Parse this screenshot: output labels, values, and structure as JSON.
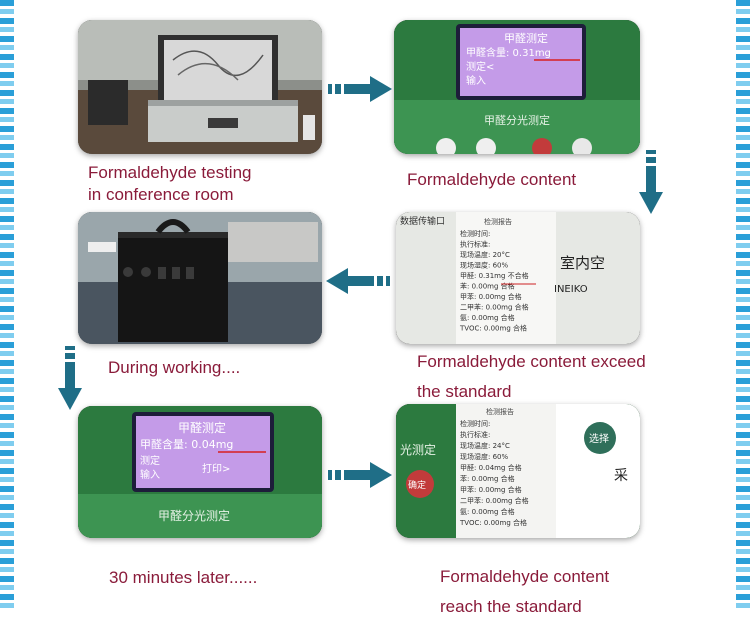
{
  "captions": {
    "step1": "Formaldehyde testing\nin conference room",
    "step2": "Formaldehyde content",
    "step3": "During working....",
    "step4": "Formaldehyde content exceed\nthe standard",
    "step5": "30 minutes later......",
    "step6": "Formaldehyde content\nreach the standard"
  },
  "screen1": {
    "line1": "甲醛测定",
    "line2": "甲醛含量: 0.31mg",
    "line3": "测定<",
    "line4": "输入",
    "footer": "甲醛分光测定"
  },
  "screen2": {
    "line1": "甲醛测定",
    "line2": "甲醛含量: 0.04mg",
    "line3": "测定",
    "line4": "输入",
    "line5": "打印>",
    "footer": "甲醛分光测定"
  },
  "report1": {
    "header": "数据传输口",
    "title": "检测报告",
    "brand": "INEIKO",
    "room": "室内空",
    "rows": [
      "检测时间:",
      "执行标准:",
      "现场温度: 20°C",
      "现场湿度: 60%",
      "甲醛: 0.31mg 不合格",
      "苯: 0.00mg 合格",
      "甲苯: 0.00mg 合格",
      "二甲苯: 0.00mg 合格",
      "氨: 0.00mg 合格",
      "TVOC: 0.00mg 合格"
    ]
  },
  "report2": {
    "title": "检测报告",
    "side": "光测定",
    "button1": "选择",
    "button2": "确定",
    "edge": "采",
    "rows": [
      "检测时间:",
      "执行标准:",
      "现场温度: 24°C",
      "现场湿度: 60%",
      "甲醛: 0.04mg 合格",
      "苯: 0.00mg 合格",
      "甲苯: 0.00mg 合格",
      "二甲苯: 0.00mg 合格",
      "氨: 0.00mg 合格",
      "TVOC: 0.00mg 合格"
    ]
  },
  "colors": {
    "caption": "#8a1b3a",
    "arrow": "#1f6e87",
    "border": "#2a9fd8"
  }
}
